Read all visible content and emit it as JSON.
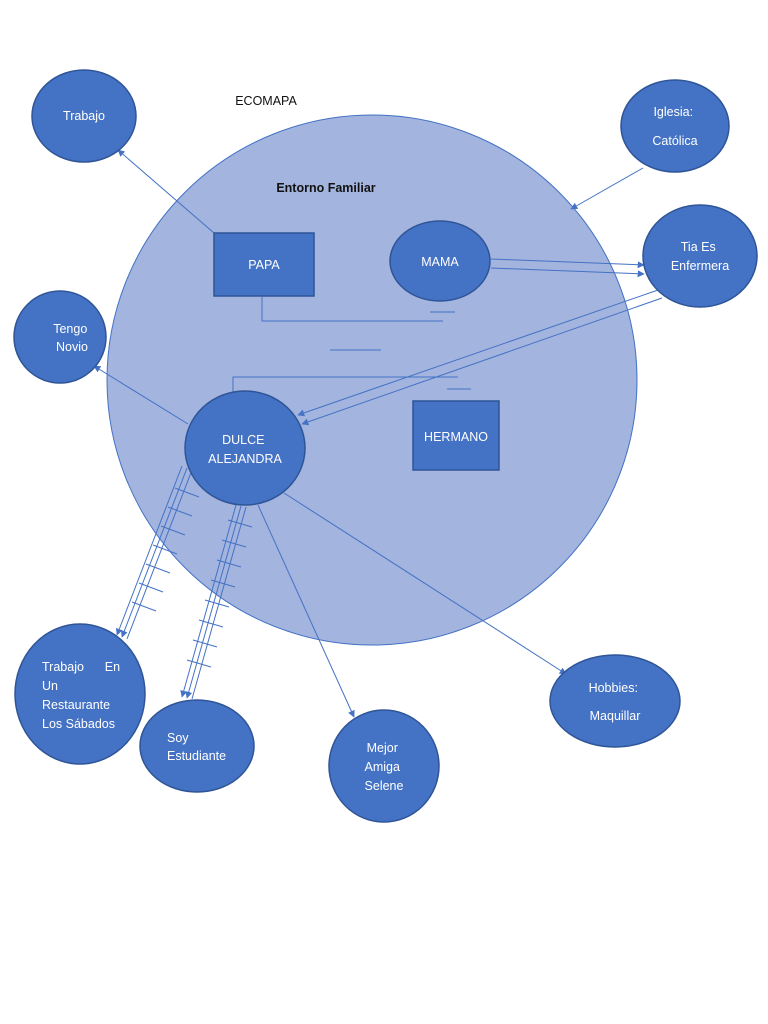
{
  "title": "ECOMAPA",
  "environment_label": "Entorno Familiar",
  "colors": {
    "node_fill": "#4472c4",
    "node_stroke": "#2f5597",
    "environment_fill": "#a3b4df",
    "line": "#4472c4",
    "text_light": "#ffffff",
    "text_dark": "#111111"
  },
  "nodes": {
    "trabajo": {
      "label": [
        "Trabajo"
      ]
    },
    "iglesia": {
      "label": [
        "Iglesia:",
        "Católica"
      ]
    },
    "tia": {
      "label": [
        "Tia Es",
        "Enfermera"
      ]
    },
    "novio": {
      "label": [
        "Tengo",
        "Novio"
      ]
    },
    "papa": {
      "label": [
        "PAPA"
      ]
    },
    "mama": {
      "label": [
        "MAMA"
      ]
    },
    "hermano": {
      "label": [
        "HERMANO"
      ]
    },
    "dulce": {
      "label": [
        "DULCE",
        "ALEJANDRA"
      ]
    },
    "trabajo_restaurante": {
      "label": [
        "Trabajo      En",
        "Un",
        "Restaurante",
        "Los Sábados"
      ]
    },
    "estudiante": {
      "label": [
        "Soy",
        "Estudiante"
      ]
    },
    "amiga": {
      "label": [
        "Mejor",
        "Amiga",
        "Selene"
      ]
    },
    "hobbies": {
      "label": [
        "Hobbies:",
        "Maquillar"
      ]
    }
  }
}
